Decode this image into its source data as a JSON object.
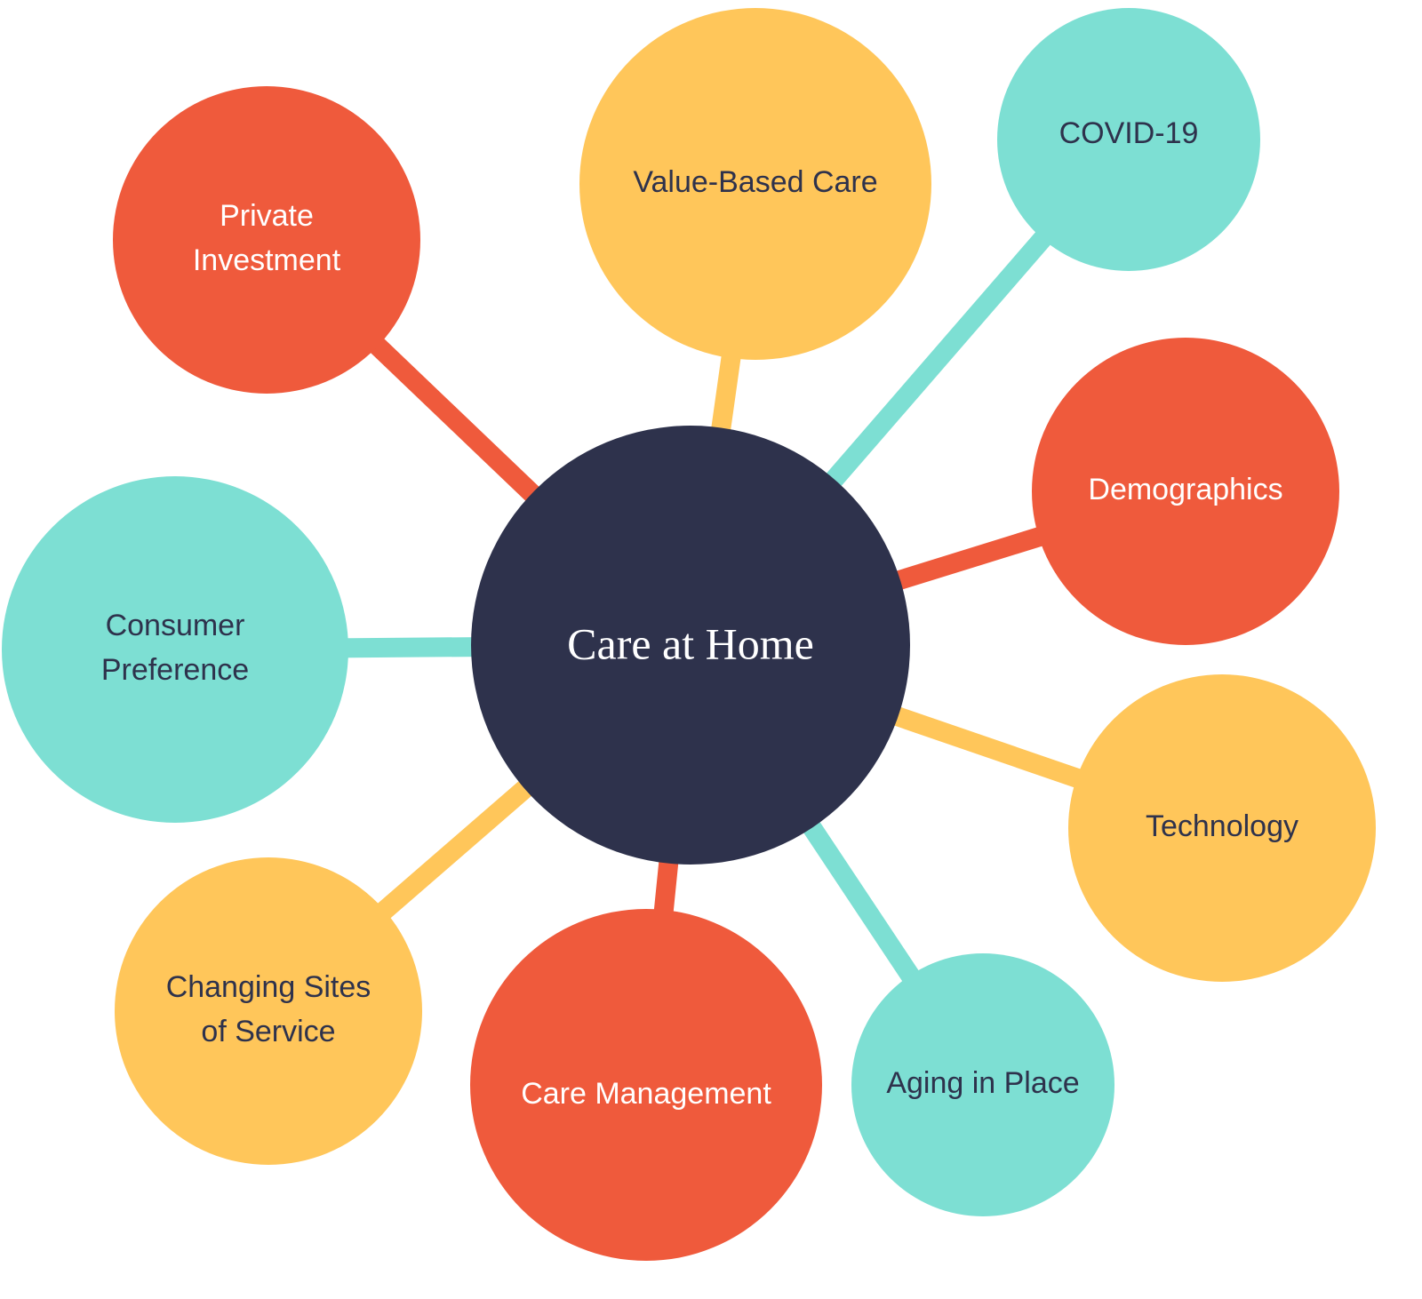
{
  "colors": {
    "red": "#EF5A3C",
    "yellow": "#FFC65A",
    "teal": "#7DDFD3",
    "navy": "#2E324C",
    "dark_text": "#2E324C",
    "light_text": "#FFFFFF"
  },
  "center": {
    "label": "Care at Home"
  },
  "nodes": [
    {
      "id": "private-investment",
      "lines": [
        "Private",
        "Investment"
      ],
      "color": "red"
    },
    {
      "id": "value-based-care",
      "lines": [
        "Value-Based Care"
      ],
      "color": "yellow"
    },
    {
      "id": "covid-19",
      "lines": [
        "COVID-19"
      ],
      "color": "teal"
    },
    {
      "id": "demographics",
      "lines": [
        "Demographics"
      ],
      "color": "red"
    },
    {
      "id": "technology",
      "lines": [
        "Technology"
      ],
      "color": "yellow"
    },
    {
      "id": "aging-in-place",
      "lines": [
        "Aging in Place"
      ],
      "color": "teal"
    },
    {
      "id": "care-management",
      "lines": [
        "Care Management"
      ],
      "color": "red"
    },
    {
      "id": "changing-sites-of-service",
      "lines": [
        "Changing Sites",
        "of Service"
      ],
      "color": "yellow"
    },
    {
      "id": "consumer-preference",
      "lines": [
        "Consumer",
        "Preference"
      ],
      "color": "teal"
    }
  ]
}
